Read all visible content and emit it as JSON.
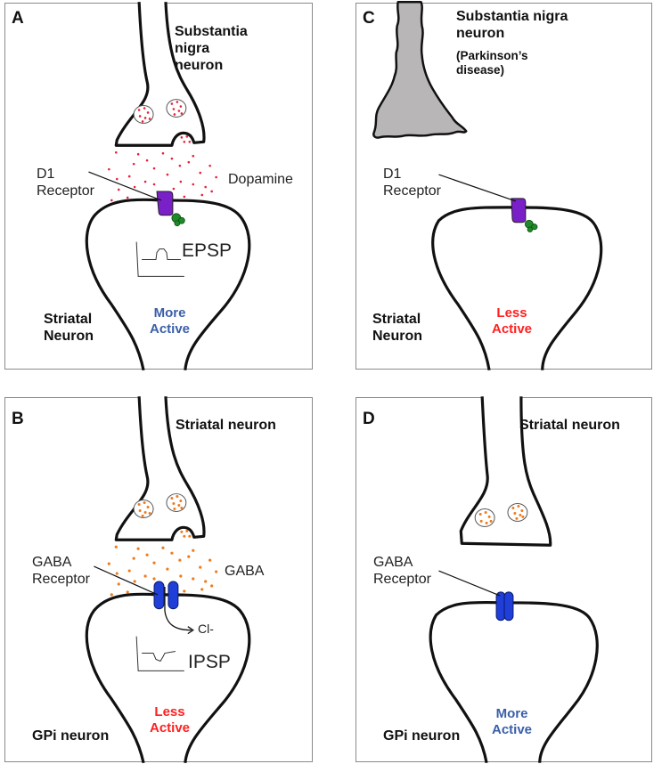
{
  "figure": {
    "title": "Dopamine and GABA signaling in the basal ganglia: normal vs Parkinson's disease",
    "colors": {
      "dopamine": "#e8203a",
      "gaba": "#f07a1a",
      "d1_receptor": "#7a20c8",
      "g_protein": "#1f8a2a",
      "gaba_receptor": "#1f3fd8",
      "more_active": "#3a5fa8",
      "less_active": "#ff2020",
      "degenerated_neuron": "#b8b6b6"
    },
    "panels": [
      {
        "letter": "A",
        "presynaptic_label": [
          "Substantia",
          "nigra",
          "neuron"
        ],
        "receptor_label": [
          "D1",
          "Receptor"
        ],
        "transmitter_label": "Dopamine",
        "potential_label": "EPSP",
        "postsynaptic_label": [
          "Striatal",
          "Neuron"
        ],
        "activity_label": [
          "More",
          "Active"
        ],
        "activity": "more"
      },
      {
        "letter": "B",
        "presynaptic_label": [
          "Striatal neuron"
        ],
        "receptor_label": [
          "GABA",
          "Receptor"
        ],
        "transmitter_label": "GABA",
        "ion_label": "Cl-",
        "potential_label": "IPSP",
        "postsynaptic_label": [
          "GPi neuron"
        ],
        "activity_label": [
          "Less",
          "Active"
        ],
        "activity": "less"
      },
      {
        "letter": "C",
        "presynaptic_label": [
          "Substantia nigra",
          "neuron"
        ],
        "presynaptic_note": [
          "(Parkinson’s",
          "disease)"
        ],
        "receptor_label": [
          "D1",
          "Receptor"
        ],
        "postsynaptic_label": [
          "Striatal",
          "Neuron"
        ],
        "activity_label": [
          "Less",
          "Active"
        ],
        "activity": "less"
      },
      {
        "letter": "D",
        "presynaptic_label": [
          "Striatal neuron"
        ],
        "receptor_label": [
          "GABA",
          "Receptor"
        ],
        "postsynaptic_label": [
          "GPi neuron"
        ],
        "activity_label": [
          "More",
          "Active"
        ],
        "activity": "more"
      }
    ]
  }
}
